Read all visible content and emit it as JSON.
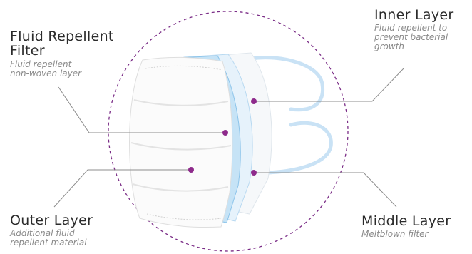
{
  "labels": {
    "fluid_filter": {
      "title_line1": "Fluid Repellent",
      "title_line2": "Filter",
      "sub_line1": "Fluid repellent",
      "sub_line2": "non-woven layer"
    },
    "inner": {
      "title": "Inner Layer",
      "sub_line1": "Fluid repellent to",
      "sub_line2": "prevent bacterial",
      "sub_line3": "growth"
    },
    "outer": {
      "title": "Outer Layer",
      "sub_line1": "Additional fluid",
      "sub_line2": "repellent material"
    },
    "middle": {
      "title": "Middle Layer",
      "sub_line1": "Meltblown filter"
    }
  },
  "colors": {
    "circle": "#7b2d87",
    "dot": "#8e2a8b",
    "leader": "#8c8c8c",
    "blue": "#bfe0f5",
    "blue_dark": "#8cc4ea"
  }
}
